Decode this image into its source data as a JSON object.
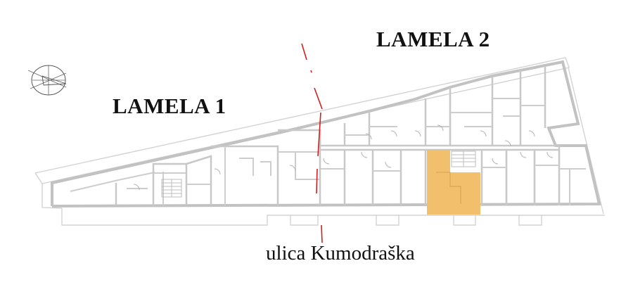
{
  "labels": {
    "lamela_1": "LAMELA 1",
    "lamela_2": "LAMELA 2",
    "street": "ulica Kumodraška"
  },
  "colors": {
    "highlight_unit": "#f2c06d",
    "walls": "#c2c2c2",
    "section_line": "#d02020"
  },
  "icons": {
    "north_arrow": "compass-north-arrow-icon"
  }
}
